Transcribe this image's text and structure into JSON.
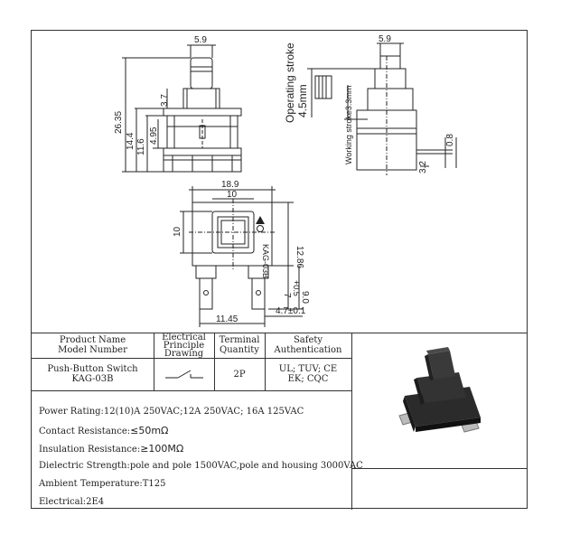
{
  "drawing": {
    "top_view": {
      "width_top": "5.9",
      "height_total": "26.35",
      "height_14_4": "14.4",
      "height_11_6": "11.6",
      "height_4_95": "4.95",
      "height_3_7": "3.7"
    },
    "side_view": {
      "width_top": "5.9",
      "operating_stroke_label": "Operating stroke",
      "operating_stroke_value": "4.5mm",
      "working_stroke": "Working stroke3.3mm",
      "terminal_thickness": "0.8",
      "terminal_height": "3.2"
    },
    "bottom_view": {
      "width_outer": "18.9",
      "width_inner": "10",
      "height_left": "10",
      "height_right": "12.86",
      "model_mark": "KAG-03B",
      "terminal_len": "7",
      "terminal_tol": "+0.5",
      "terminal_len2": "9.0",
      "terminal_width": "4.7±0.1",
      "terminal_spacing": "11.45"
    }
  },
  "table": {
    "headers": {
      "product_line1": "Product Name",
      "product_line2": "Model Number",
      "elec_line1": "Electrical",
      "elec_line2": "Principle",
      "elec_line3": "Drawing",
      "term_line1": "Terminal",
      "term_line2": "Quantity",
      "safety_line1": "Safety",
      "safety_line2": "Authentication"
    },
    "row": {
      "product_name": "Push-Button Switch",
      "model_number": "KAG-03B",
      "terminal_qty": "2P",
      "safety_line1": "UL; TUV; CE",
      "safety_line2": "EK; CQC"
    }
  },
  "specs": {
    "power_rating": "Power Rating:12(10)A 250VAC;12A 250VAC; 16A 125VAC",
    "contact_label": "Contact Resistance:",
    "contact_value": "≤50mΩ",
    "insulation_label": "Insulation Resistance:",
    "insulation_value": "≥100MΩ",
    "dielectric": "Dielectric Strength:pole and pole 1500VAC,pole and housing 3000VAC",
    "ambient": "Ambient Temperature:T125",
    "electrical": "Electrical:2E4"
  }
}
